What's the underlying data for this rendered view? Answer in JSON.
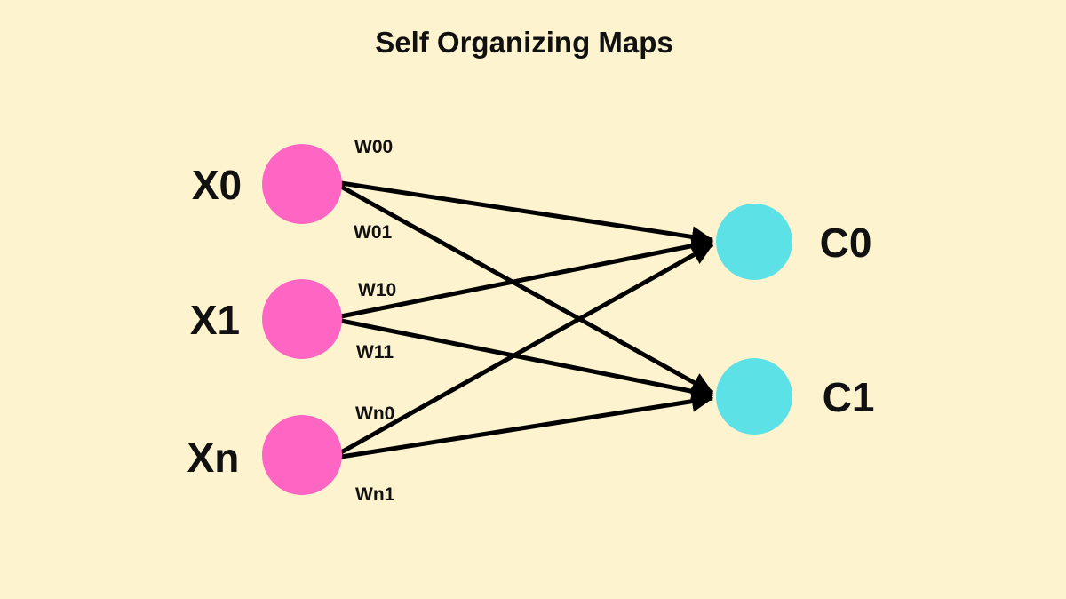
{
  "title": "Self Organizing Maps",
  "colors": {
    "background": "#FDF3CE",
    "input_node": "#FF66C4",
    "output_node": "#5CE1E6",
    "connection": "#000000",
    "text": "#111111"
  },
  "diagram": {
    "input_nodes": [
      {
        "label": "X0"
      },
      {
        "label": "X1"
      },
      {
        "label": "Xn"
      }
    ],
    "output_nodes": [
      {
        "label": "C0"
      },
      {
        "label": "C1"
      }
    ],
    "weights": [
      {
        "label": "W00",
        "from": "X0",
        "to": "C0"
      },
      {
        "label": "W01",
        "from": "X0",
        "to": "C1"
      },
      {
        "label": "W10",
        "from": "X1",
        "to": "C0"
      },
      {
        "label": "W11",
        "from": "X1",
        "to": "C1"
      },
      {
        "label": "Wn0",
        "from": "Xn",
        "to": "C0"
      },
      {
        "label": "Wn1",
        "from": "Xn",
        "to": "C1"
      }
    ]
  }
}
